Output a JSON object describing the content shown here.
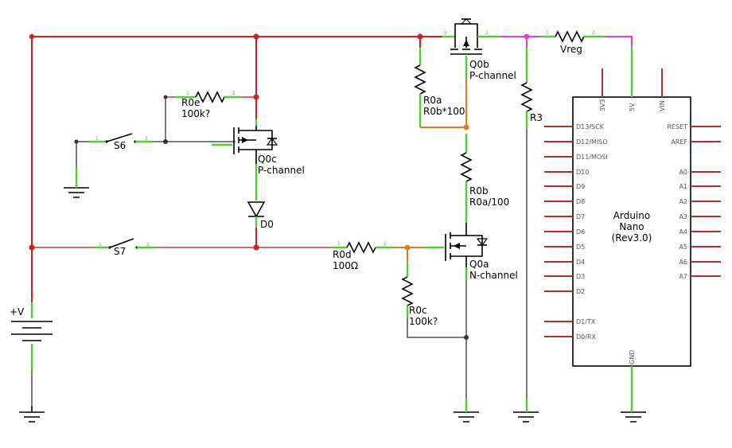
{
  "components": {
    "supply": {
      "label": "+V"
    },
    "s6": {
      "label": "S6"
    },
    "s7": {
      "label": "S7"
    },
    "r0e": {
      "name": "R0e",
      "value": "100k?"
    },
    "q0c": {
      "name": "Q0c",
      "type": "P-channel"
    },
    "d0": {
      "name": "D0"
    },
    "r0d": {
      "name": "R0d",
      "value": "100Ω"
    },
    "r0c": {
      "name": "R0c",
      "value": "100k?"
    },
    "q0a": {
      "name": "Q0a",
      "type": "N-channel"
    },
    "q0b": {
      "name": "Q0b",
      "type": "P-channel"
    },
    "r0a": {
      "name": "R0a",
      "value": "R0b*100"
    },
    "r0b": {
      "name": "R0b",
      "value": "R0a/100"
    },
    "r3": {
      "name": "R3"
    },
    "vreg": {
      "name": "Vreg"
    },
    "arduino": {
      "line1": "Arduino",
      "line2": "Nano",
      "line3": "(Rev3.0)",
      "top_pins": [
        "3V3",
        "5V",
        "VIN"
      ],
      "left_pins": [
        "D13/SCK",
        "D12/MISO",
        "D11/MOSI",
        "D10",
        "D9",
        "D8",
        "D7",
        "D6",
        "D5",
        "D4",
        "D3",
        "D2",
        "D1/TX",
        "D0/RX"
      ],
      "right_pins": [
        "RESET",
        "AREF",
        "A0",
        "A1",
        "A2",
        "A3",
        "A4",
        "A5",
        "A6",
        "A7"
      ],
      "bottom_pin": "GND"
    }
  },
  "colors": {
    "wire_power": "#cc2222",
    "wire_gate": "#e07a1a",
    "wire_reg": "#e040e0",
    "pin_leg": "#55cc33",
    "junction": "#cc2222"
  }
}
